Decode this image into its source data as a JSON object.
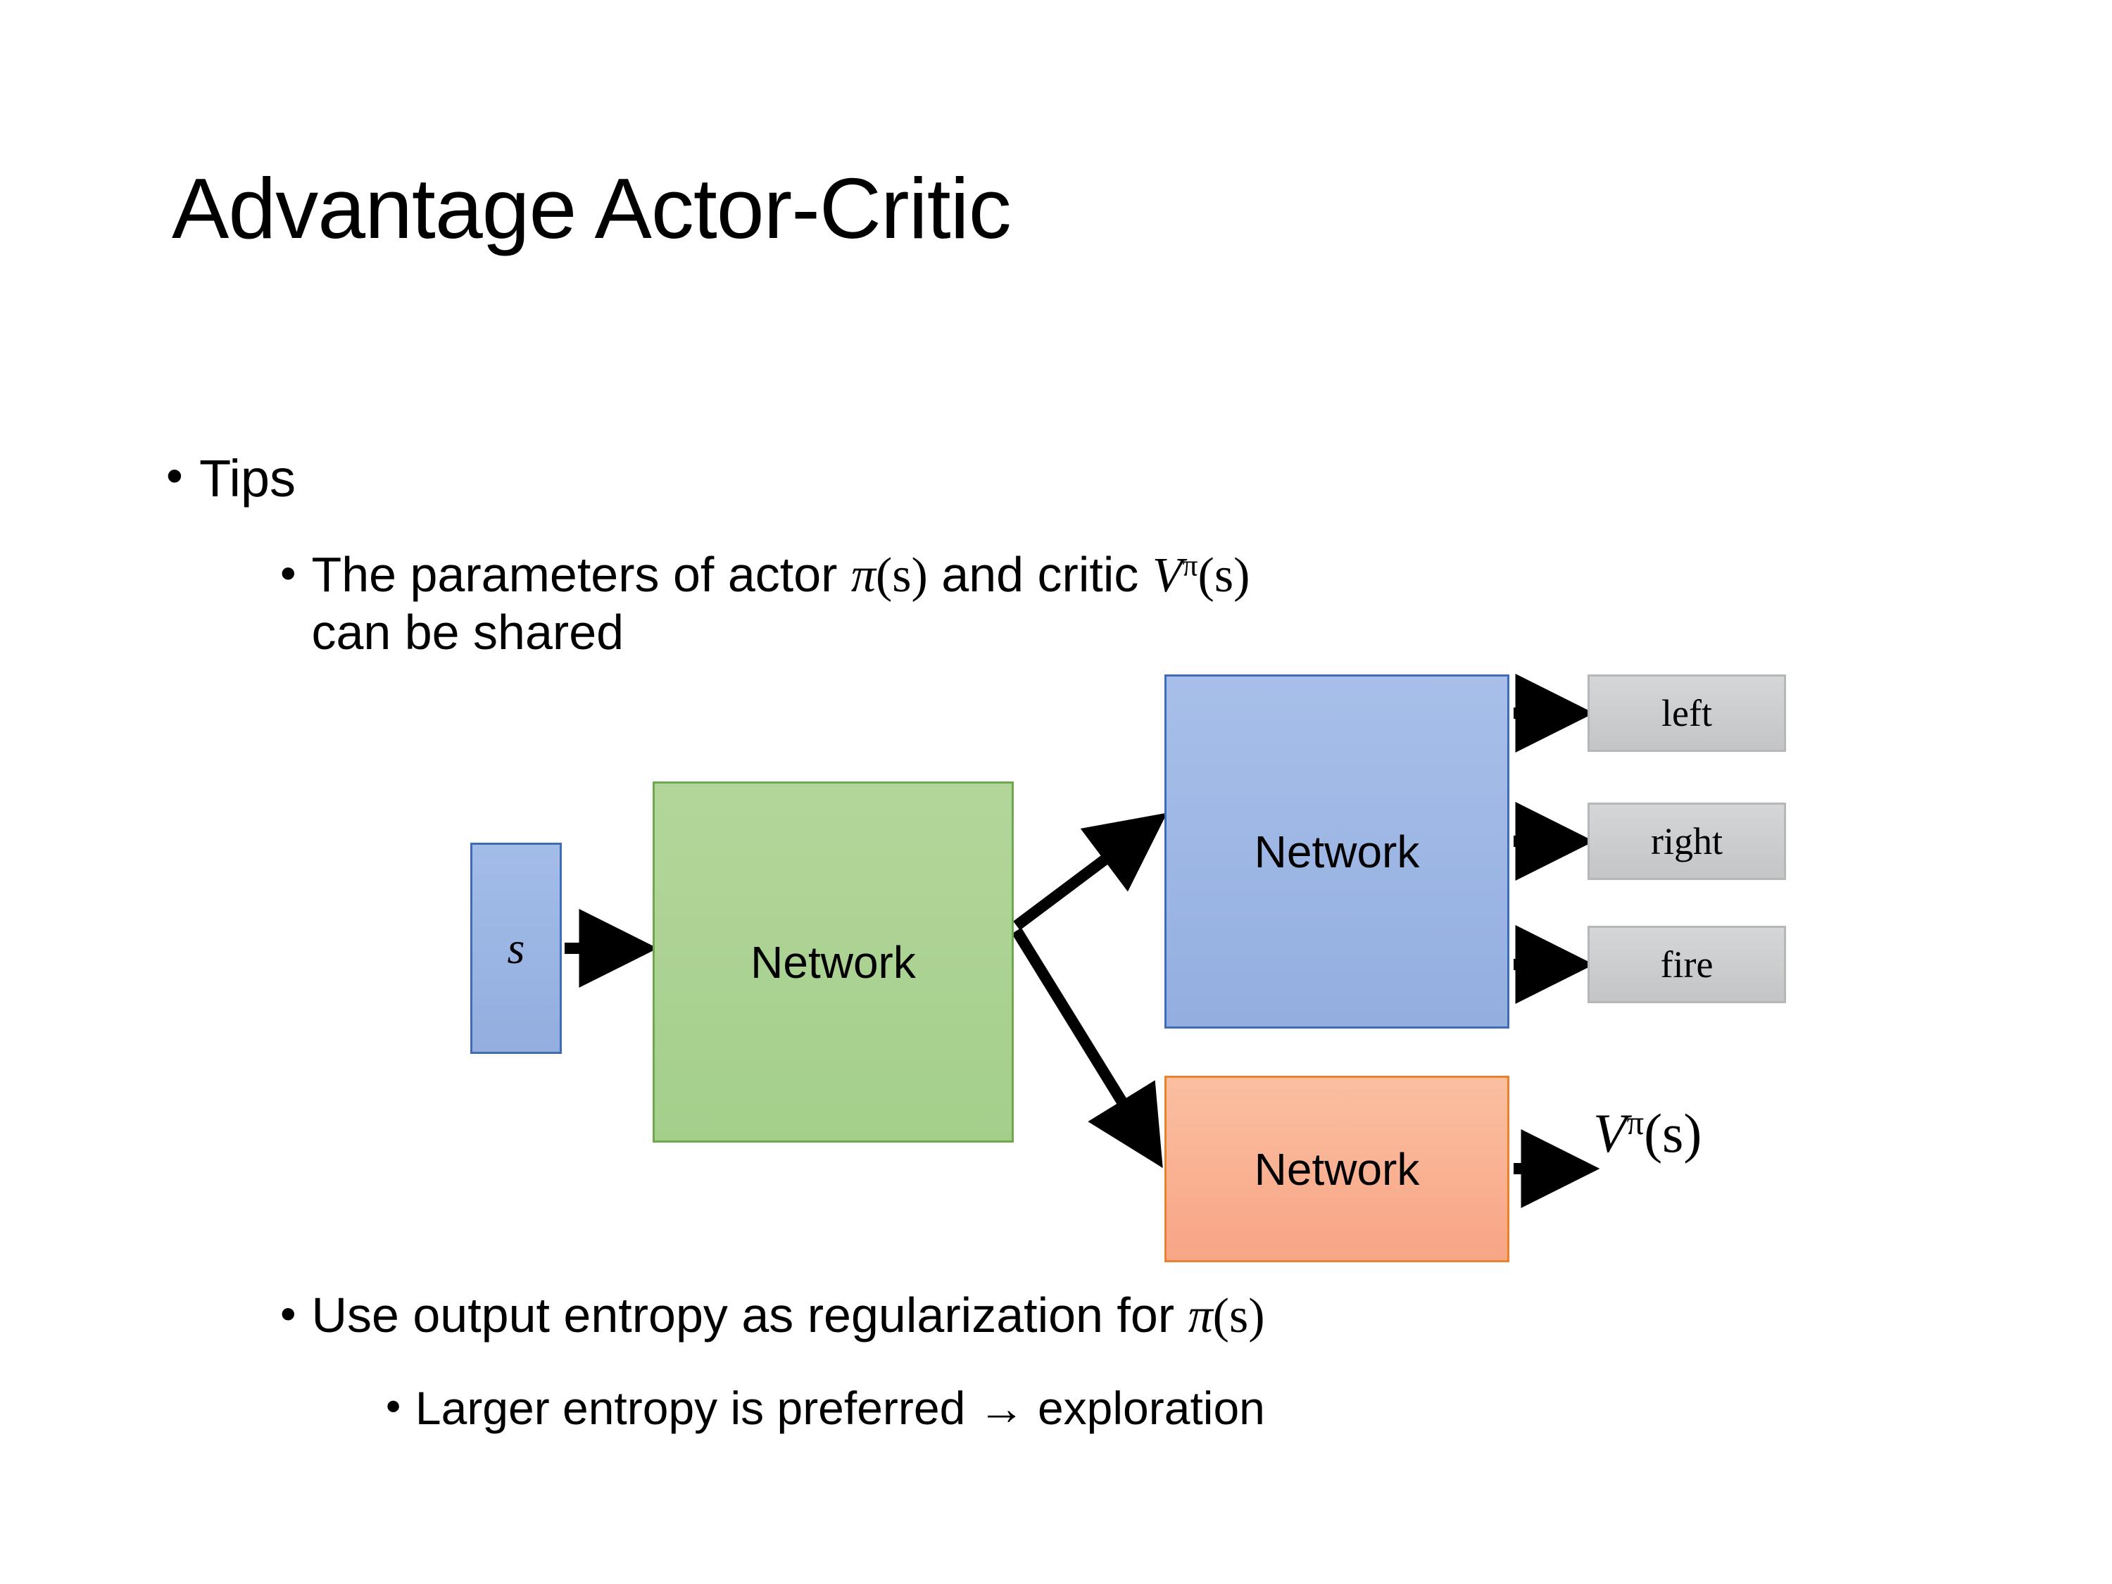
{
  "slide": {
    "title": "Advantage Actor-Critic",
    "background": "#FFFFFF"
  },
  "bullets": {
    "level1": {
      "marker": "•",
      "text": "Tips"
    },
    "level2_params": {
      "marker": "•",
      "text_before_math1": "The parameters of actor ",
      "math1_base": "π",
      "math1_arg": "(s)",
      "text_between": "  and critic ",
      "math2_base": "V",
      "math2_sup": "π",
      "math2_arg": "(s)",
      "text_line2": "can be shared"
    },
    "level2_entropy": {
      "marker": "•",
      "text_before_math": "Use output entropy as regularization for ",
      "math_base": "π",
      "math_arg": "(s)"
    },
    "level3_larger": {
      "marker": "•",
      "text": "Larger entropy is preferred → exploration"
    }
  },
  "diagram": {
    "input_node": {
      "label": "s",
      "fill": "#97B0E0",
      "stroke": "#3F6CB5"
    },
    "shared_network": {
      "label": "Network",
      "fill": "#A9D18E",
      "stroke": "#6FA84F"
    },
    "actor_network": {
      "label": "Network",
      "fill": "#97AEE0",
      "stroke": "#3F6CB5"
    },
    "critic_network": {
      "label": "Network",
      "fill": "#F8AC8C",
      "stroke": "#E8822F"
    },
    "actions": [
      {
        "label": "left",
        "fill": "#C9CBCD",
        "stroke": "#B5B7B9"
      },
      {
        "label": "right",
        "fill": "#C9CBCD",
        "stroke": "#B5B7B9"
      },
      {
        "label": "fire",
        "fill": "#C9CBCD",
        "stroke": "#B5B7B9"
      }
    ],
    "critic_output": {
      "math_base": "V",
      "math_sup": "π",
      "math_arg": "(s)"
    },
    "arrow_color": "#000000"
  }
}
